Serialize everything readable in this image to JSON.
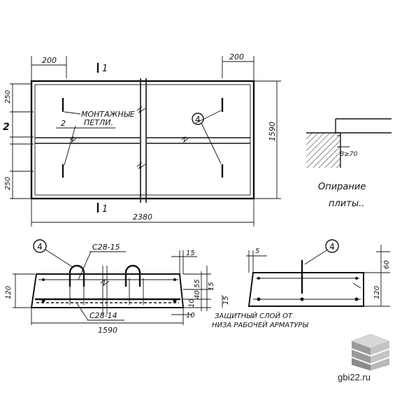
{
  "drawing": {
    "plan": {
      "dim_left_200": "200",
      "dim_right_200": "200",
      "section_mark_top": "1",
      "section_mark_bottom": "1",
      "dim_250_top": "250",
      "dim_250_bottom": "250",
      "dim_2": "2",
      "dim_1590": "1590",
      "dim_2380": "2380",
      "callout_4": "4",
      "loop_label_num": "2",
      "loop_label_line1": "МОНТАЖНЫЕ",
      "loop_label_line2": "ПЕТЛИ."
    },
    "support": {
      "dim_b": "B≥70",
      "caption_line1": "Опирание",
      "caption_line2": "плиты.."
    },
    "section_long": {
      "callout_4": "4",
      "bar_top": "С28-15",
      "bar_bottom": "С28-14",
      "dim_120": "120",
      "dim_1590": "1590",
      "dim_15": "15",
      "dim_55": "55",
      "dim_40": "40",
      "dim_10a": "10",
      "dim_15b": "15",
      "dim_10b": "10",
      "dim_15c": "15",
      "note_line1": "ЗАЩИТНЫЙ СЛОЙ ОТ",
      "note_line2": "НИЗА РАБОЧЕЙ АРМАТУРЫ"
    },
    "section_short": {
      "callout_4": "4",
      "dim_5": "5",
      "dim_60": "60",
      "dim_120": "120"
    },
    "watermark": "gbi22.ru"
  }
}
